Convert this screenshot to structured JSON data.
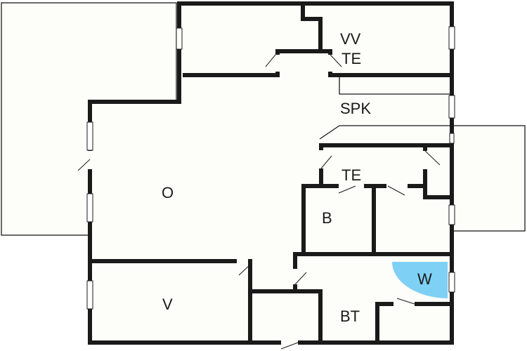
{
  "rooms": {
    "wardrobe_upper": "VV",
    "technical_upper": "TE",
    "storage": "SPK",
    "technical_lower": "TE",
    "living": "O",
    "bedroom": "B",
    "washer": "W",
    "bedroom_lower": "V",
    "bathroom": "BT"
  },
  "colors": {
    "washer_fill": "#7fd0f5",
    "wall": "#1a1a1a",
    "floor": "#fdfdf9"
  }
}
